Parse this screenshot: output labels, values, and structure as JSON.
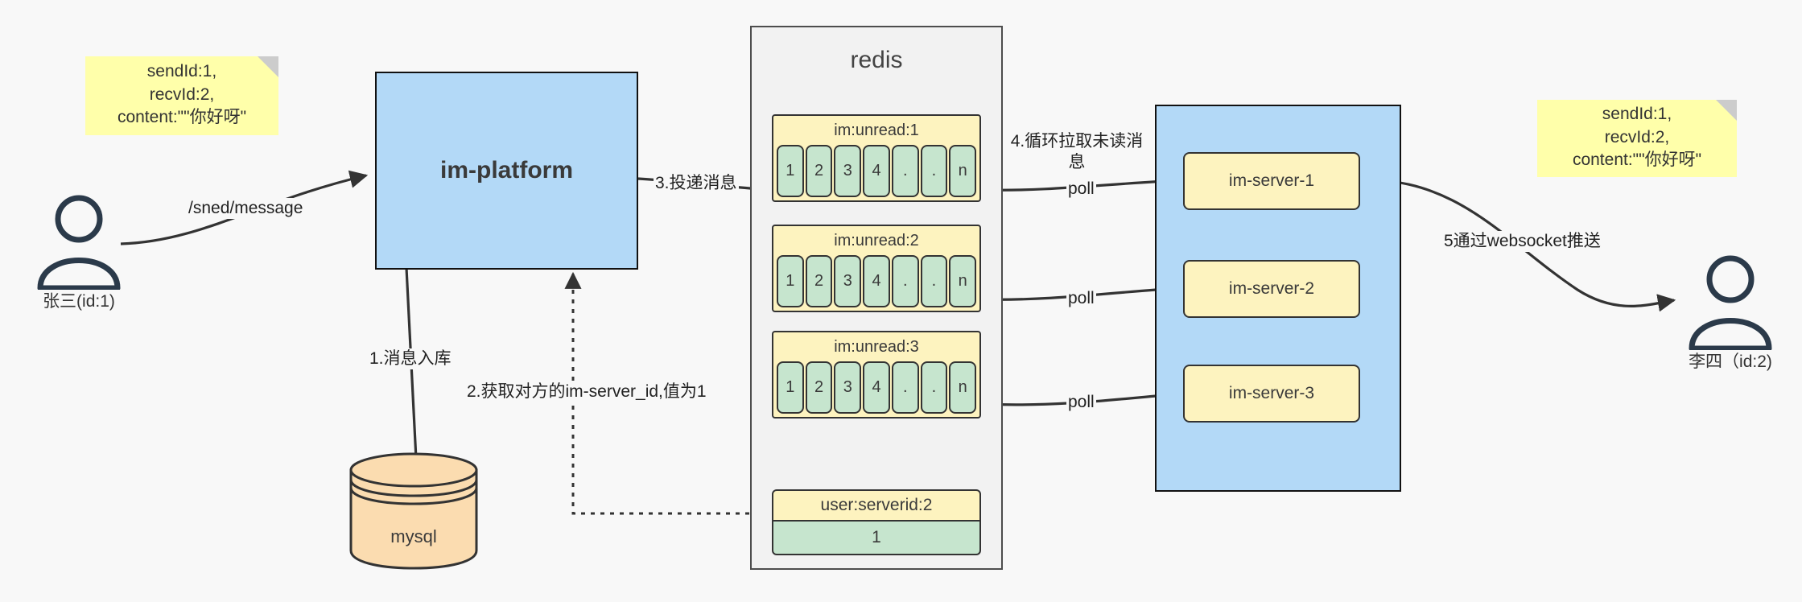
{
  "diagram": {
    "title": "IM message delivery architecture",
    "background": "#f8f8f8"
  },
  "notes": [
    {
      "name": "note-left",
      "lines": [
        "sendId:1,",
        "recvId:2,",
        "content:\"\"你好呀\""
      ]
    },
    {
      "name": "note-right",
      "lines": [
        "sendId:1,",
        "recvId:2,",
        "content:\"\"你好呀\""
      ]
    }
  ],
  "actors": [
    {
      "name": "actor-sender",
      "label": "张三(id:1)"
    },
    {
      "name": "actor-receiver",
      "label": "李四（id:2)"
    }
  ],
  "platform": {
    "label": "im-platform"
  },
  "database": {
    "label": "mysql"
  },
  "redis": {
    "title": "redis",
    "unread_lists": [
      {
        "key": "im:unread:1",
        "cells": [
          "1",
          "2",
          "3",
          "4",
          ".",
          ".",
          "n"
        ]
      },
      {
        "key": "im:unread:2",
        "cells": [
          "1",
          "2",
          "3",
          "4",
          ".",
          ".",
          "n"
        ]
      },
      {
        "key": "im:unread:3",
        "cells": [
          "1",
          "2",
          "3",
          "4",
          ".",
          ".",
          "n"
        ]
      }
    ],
    "kv": {
      "key": "user:serverid:2",
      "value": "1"
    }
  },
  "cluster": {
    "servers": [
      {
        "label": "im-server-1"
      },
      {
        "label": "im-server-2"
      },
      {
        "label": "im-server-3"
      }
    ]
  },
  "edges": {
    "send_message": "/sned/message",
    "step1": "1.消息入库",
    "step2": "2.获取对方的im-server_id,值为1",
    "step3": "3.投递消息",
    "step4": "4.循环拉取未读消息",
    "poll1": "poll",
    "poll2": "poll",
    "poll3": "poll",
    "step5": "5通过websocket推送"
  },
  "colors": {
    "note": "#ffffaa",
    "platform": "#b3d9f7",
    "cluster": "#b3d9f7",
    "redis_bg": "#f2f2f2",
    "key_yellow": "#fdf3bf",
    "value_green": "#c6e5ce",
    "db_orange": "#fbdcb0",
    "stroke": "#333333"
  }
}
